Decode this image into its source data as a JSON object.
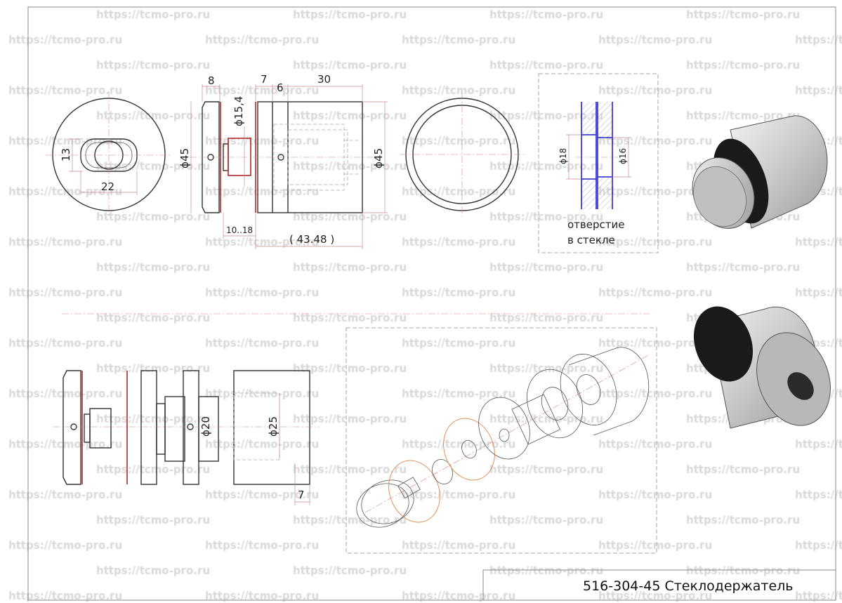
{
  "watermark": "https://tcmo-pro.ru",
  "title_block": {
    "text": "516-304-45 Стеклодержатель"
  },
  "front_view": {
    "dim_height": "13",
    "dim_width": "22"
  },
  "side_view": {
    "dim_plate": "8",
    "dim_gasket": "7",
    "dim_ring": "6",
    "dim_body": "30",
    "dim_dia_left": "ϕ45",
    "dim_dia_shaft": "ϕ15,4",
    "dim_dia_right": "ϕ45",
    "dim_glass": "10..18",
    "dim_total": "( 43.48 )"
  },
  "glass_hole": {
    "dim_left": "ϕ18",
    "dim_right": "ϕ16",
    "caption_line1": "отверстие",
    "caption_line2": "в стекле"
  },
  "exploded_view": {
    "dim_thread": "ϕ20",
    "dim_bore": "ϕ25",
    "dim_depth": "7"
  },
  "colors": {
    "dimension": "#b02a2a",
    "glass": "#2222cc",
    "gasket": "#e0915a",
    "watermark": "#d9d9d9"
  }
}
